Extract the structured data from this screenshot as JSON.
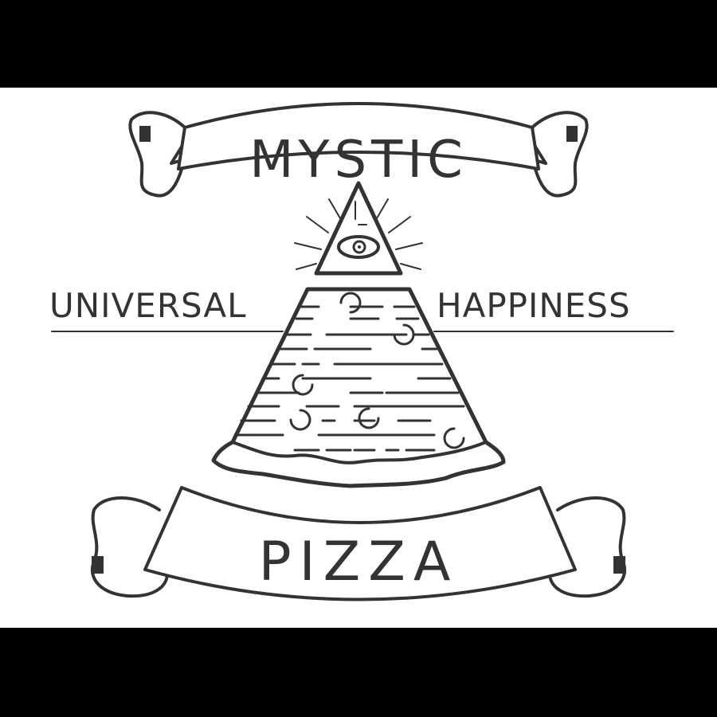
{
  "logo": {
    "top_banner_text": "MYSTIC",
    "left_tagline": "UNIVERSAL",
    "right_tagline": "HAPPINESS",
    "bottom_banner_text": "PIZZA",
    "icon": "eye-of-providence-pizza-slice-icon"
  },
  "colors": {
    "ink": "#333333",
    "background": "#ffffff",
    "frame": "#000000"
  }
}
